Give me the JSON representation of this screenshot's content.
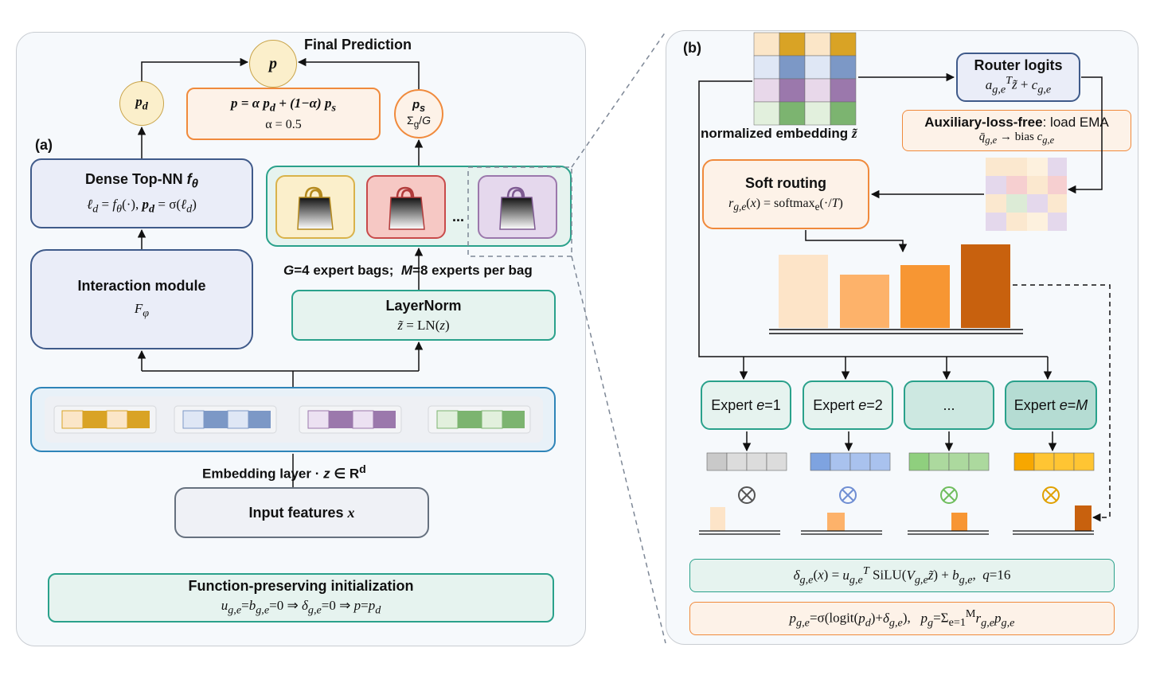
{
  "panel_a": {
    "label": "(a)",
    "final_prediction_label": "Final Prediction",
    "p_label": "p",
    "pd_label": "p_d",
    "ps_label": "p_s",
    "ps_sub": "Σg/G",
    "formula_main": "p = α p_d + (1−α) p_s",
    "alpha_text": "α = 0.5",
    "dense_title": "Dense Top-NN f_θ",
    "dense_formula": "ℓ_d = f_θ(·), p_d = σ(ℓ_d)",
    "interaction_title": "Interaction module",
    "interaction_formula": "F_φ",
    "layernorm_title": "LayerNorm",
    "layernorm_formula": "z̃ = LN(z)",
    "bags_caption": "G=4 expert bags;  M=8 experts per bag",
    "bags_ellipsis": "...",
    "embedding_caption": "Embedding layer · z ∈ R^d",
    "input_title": "Input features x",
    "init_title": "Function-preserving initialization",
    "init_formula": "u_g,e=b_g,e=0 ⇒ δ_g,e=0 ⇒ p=p_d"
  },
  "panel_b": {
    "label": "(b)",
    "norm_embedding_caption": "normalized embedding z̃",
    "router_title": "Router logits",
    "router_formula": "a_g,e^T z̃ + c_g,e",
    "aux_title_bold": "Auxiliary-loss-free",
    "aux_title_rest": ": load EMA",
    "aux_formula": "q̄_g,e → bias c_g,e",
    "soft_title": "Soft routing",
    "soft_formula": "r_g,e(x) = softmax_e(·/T)",
    "experts": [
      "Expert e=1",
      "Expert e=2",
      "...",
      "Expert e=M"
    ],
    "delta_formula": "δ_g,e(x) = u_g,e^T SiLU(V_g,e z̃) + b_g,e,  q=16",
    "p_formula": "p_g,e=σ(logit(p_d)+δ_g,e),  p_g=Σ_e=1^M r_g,e p_g,e"
  },
  "colors": {
    "yellow": "#d9a325",
    "blue": "#7c98c6",
    "purple": "#9b78ac",
    "green": "#7cb470",
    "orange": "#f08a3c",
    "teal": "#2aa18b",
    "navy": "#3f5a8a"
  }
}
